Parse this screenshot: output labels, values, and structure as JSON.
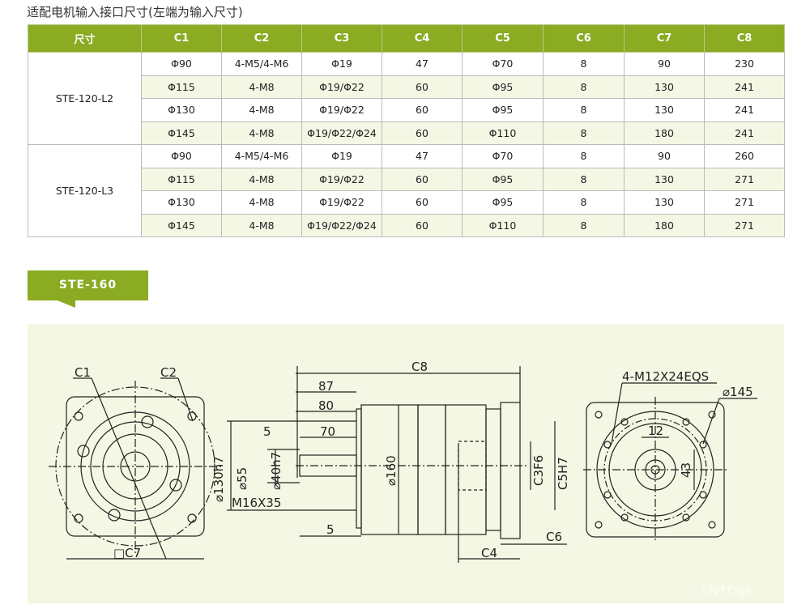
{
  "title": "适配电机输入接口尺寸(左端为输入尺寸)",
  "table": {
    "headers": [
      "尺寸",
      "C1",
      "C2",
      "C3",
      "C4",
      "C5",
      "C6",
      "C7",
      "C8"
    ],
    "groups": [
      {
        "model": "STE-120-L2",
        "rows": [
          [
            "Φ90",
            "4-M5/4-M6",
            "Φ19",
            "47",
            "Φ70",
            "8",
            "90",
            "230"
          ],
          [
            "Φ115",
            "4-M8",
            "Φ19/Φ22",
            "60",
            "Φ95",
            "8",
            "130",
            "241"
          ],
          [
            "Φ130",
            "4-M8",
            "Φ19/Φ22",
            "60",
            "Φ95",
            "8",
            "130",
            "241"
          ],
          [
            "Φ145",
            "4-M8",
            "Φ19/Φ22/Φ24",
            "60",
            "Φ110",
            "8",
            "180",
            "241"
          ]
        ]
      },
      {
        "model": "STE-120-L3",
        "rows": [
          [
            "Φ90",
            "4-M5/4-M6",
            "Φ19",
            "47",
            "Φ70",
            "8",
            "90",
            "260"
          ],
          [
            "Φ115",
            "4-M8",
            "Φ19/Φ22",
            "60",
            "Φ95",
            "8",
            "130",
            "271"
          ],
          [
            "Φ130",
            "4-M8",
            "Φ19/Φ22",
            "60",
            "Φ95",
            "8",
            "130",
            "271"
          ],
          [
            "Φ145",
            "4-M8",
            "Φ19/Φ22/Φ24",
            "60",
            "Φ110",
            "8",
            "180",
            "271"
          ]
        ]
      }
    ]
  },
  "section_tag": "STE-160",
  "drawing": {
    "front": {
      "c1": "C1",
      "c2": "C2",
      "c7": "□C7"
    },
    "side": {
      "c8": "C8",
      "d87": "87",
      "d80": "80",
      "d5a": "5",
      "d70": "70",
      "d130": "⌀130h7",
      "d55": "⌀55",
      "d40": "⌀40h7",
      "m16": "M16X35",
      "d160": "⌀160",
      "d5b": "5",
      "c3": "C3F6",
      "c5": "C5H7",
      "c4": "C4",
      "c6": "C6"
    },
    "rear": {
      "holes": "4-M12X24EQS",
      "d145": "⌀145",
      "d12": "12",
      "d43": "43"
    }
  },
  "watermark": "tjytfsgc",
  "colors": {
    "accent": "#8aab22",
    "panel": "#f4f7e3",
    "row_alt": "#f3f7e4"
  }
}
